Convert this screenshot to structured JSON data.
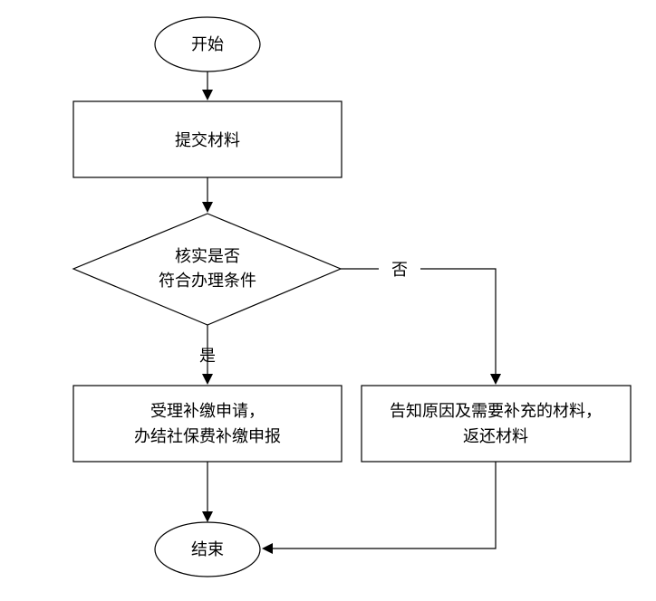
{
  "flowchart": {
    "start": {
      "label": "开始"
    },
    "submit": {
      "label": "提交材料"
    },
    "decision": {
      "line1": "核实是否",
      "line2": "符合办理条件"
    },
    "accept": {
      "line1": "受理补缴申请，",
      "line2": "办结社保费补缴申报"
    },
    "reject": {
      "line1": "告知原因及需要补充的材料，",
      "line2": "返还材料"
    },
    "end": {
      "label": "结束"
    },
    "edges": {
      "yes": "是",
      "no": "否"
    }
  }
}
